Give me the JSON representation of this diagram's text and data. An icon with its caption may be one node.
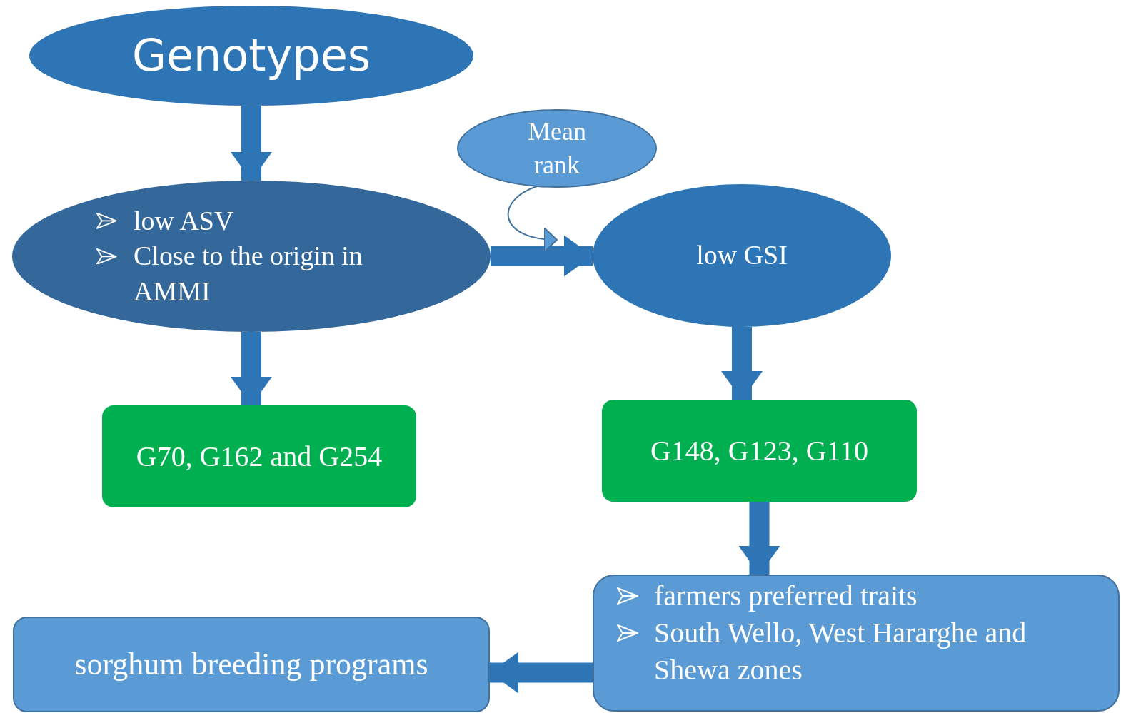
{
  "diagram": {
    "nodes": [
      {
        "text": [
          "Genotypes"
        ]
      },
      {
        "text": [
          "low ASV",
          "Close to the origin in AMMI"
        ]
      },
      {
        "text": [
          "Mean rank"
        ]
      },
      {
        "text": [
          "low GSI"
        ]
      },
      {
        "text": [
          "G70, G162 and G254"
        ]
      },
      {
        "text": [
          "G148, G123, G110"
        ]
      },
      {
        "text": [
          "farmers preferred traits",
          "South Wello, West Hararghe and Shewa zones"
        ]
      },
      {
        "text": [
          "sorghum breeding programs"
        ]
      }
    ],
    "edges": [
      {
        "from": 0,
        "to": 1,
        "arrow": "to"
      },
      {
        "from": 1,
        "to": 3,
        "arrow": "to"
      },
      {
        "from": 2,
        "to": 3,
        "arrow": "to"
      },
      {
        "from": 1,
        "to": 4,
        "arrow": "to"
      },
      {
        "from": 3,
        "to": 5,
        "arrow": "to"
      },
      {
        "from": 5,
        "to": 6,
        "arrow": "to"
      },
      {
        "from": 6,
        "to": 7,
        "arrow": "to"
      }
    ]
  }
}
